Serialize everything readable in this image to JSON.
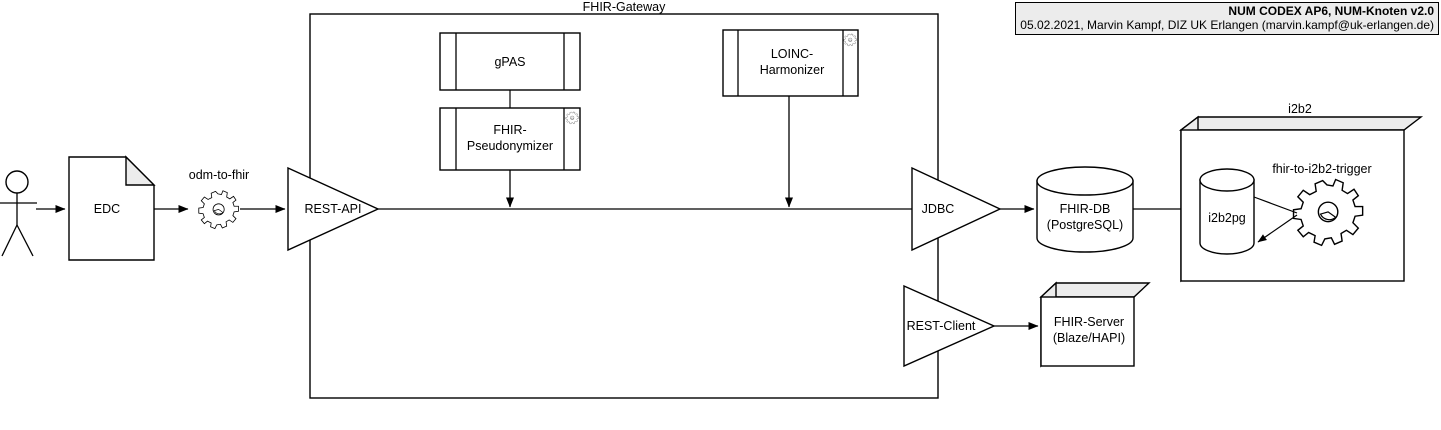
{
  "meta": {
    "title_line1": "NUM CODEX AP6, NUM-Knoten v2.0",
    "title_line2": "05.02.2021, Marvin Kampf, DIZ UK Erlangen (marvin.kampf@uk-erlangen.de)",
    "title_bg": "#ececec",
    "stroke_color": "#000000",
    "canvas_bg": "#ffffff"
  },
  "containers": {
    "fhir_gateway": {
      "label": "FHIR-Gateway"
    },
    "i2b2": {
      "label": "i2b2"
    }
  },
  "nodes": {
    "actor": {
      "label": ""
    },
    "edc": {
      "label": "EDC",
      "shape": "document"
    },
    "odm_to_fhir": {
      "label": "odm-to-fhir",
      "shape": "gear"
    },
    "rest_api": {
      "label": "REST-API",
      "shape": "triangle"
    },
    "gpas": {
      "label": "gPAS",
      "shape": "component"
    },
    "fhir_pseudonymizer": {
      "label": "FHIR-\nPseudonymizer",
      "line1": "FHIR-",
      "line2": "Pseudonymizer",
      "shape": "component",
      "badge": "gear-icon"
    },
    "loinc_harmonizer": {
      "label": "LOINC-\nHarmonizer",
      "line1": "LOINC-",
      "line2": "Harmonizer",
      "shape": "component",
      "badge": "gear-icon"
    },
    "jdbc": {
      "label": "JDBC",
      "shape": "triangle"
    },
    "rest_client": {
      "label": "REST-Client",
      "shape": "triangle"
    },
    "fhir_db": {
      "line1": "FHIR-DB",
      "line2": "(PostgreSQL)",
      "shape": "cylinder"
    },
    "fhir_server": {
      "line1": "FHIR-Server",
      "line2": "(Blaze/HAPI)",
      "shape": "cube"
    },
    "i2b2pg": {
      "label": "i2b2pg",
      "shape": "cylinder"
    },
    "fhir_to_i2b2_trigger": {
      "label": "fhir-to-i2b2-trigger",
      "shape": "gear"
    }
  }
}
